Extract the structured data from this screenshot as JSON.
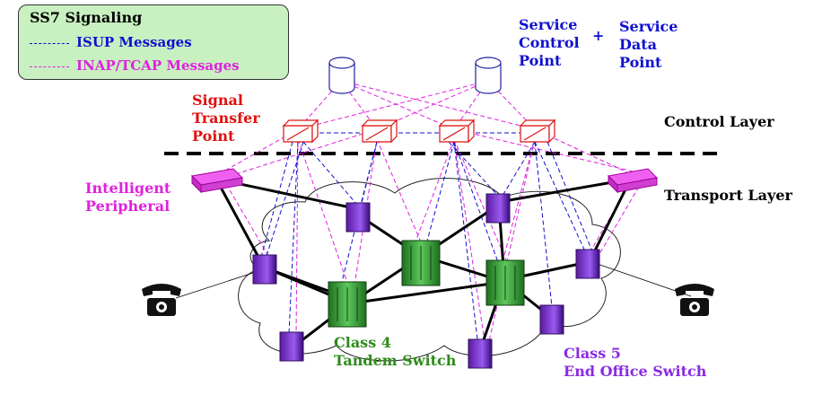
{
  "legend": {
    "title": "SS7 Signaling",
    "items": [
      {
        "label": "ISUP Messages",
        "color": "#1010d0"
      },
      {
        "label": "INAP/TCAP Messages",
        "color": "#e020e0"
      }
    ]
  },
  "labels": {
    "scp": "Service\nControl\nPoint",
    "plus": "+",
    "sdp": "Service\nData\nPoint",
    "stp": "Signal\nTransfer\nPoint",
    "control_layer": "Control Layer",
    "transport_layer": "Transport Layer",
    "ip": "Intelligent\nPeripheral",
    "class4": "Class 4\nTandem Switch",
    "class5": "Class 5\nEnd Office Switch"
  },
  "colors": {
    "isup": "#1010d0",
    "inap": "#e020e0",
    "switch_green": "#3aa83a",
    "end_office_purple": "#7a2be2",
    "stp_red": "#e01010"
  },
  "icons": {
    "database": "database-icon",
    "stp": "signal-transfer-point-icon",
    "tandem": "tandem-switch-icon",
    "end_office": "end-office-switch-icon",
    "peripheral": "intelligent-peripheral-icon",
    "phone": "telephone-icon"
  }
}
